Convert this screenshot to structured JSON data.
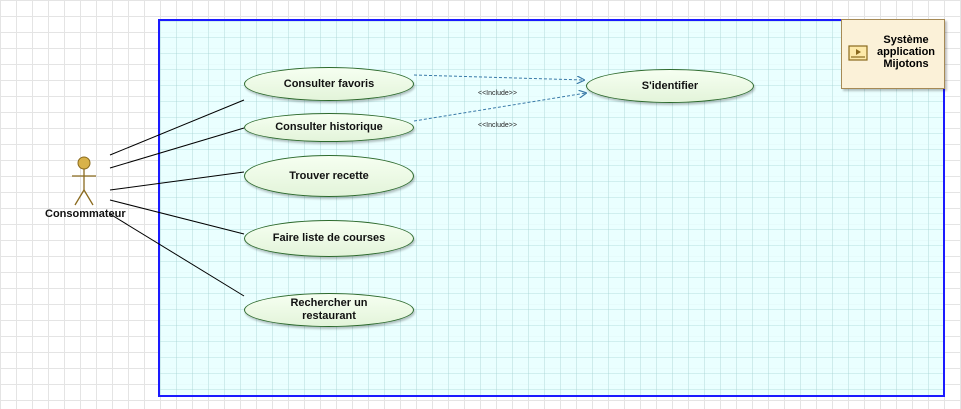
{
  "system": {
    "label": "Système\napplication\nMijotons",
    "border_color": "#1a1aff",
    "fill_color": "#e6ffff"
  },
  "actor": {
    "name": "Consommateur",
    "icon": "stick-figure-icon"
  },
  "use_cases": [
    {
      "id": "consulter-favoris",
      "label": "Consulter favoris"
    },
    {
      "id": "consulter-historique",
      "label": "Consulter historique"
    },
    {
      "id": "trouver-recette",
      "label": "Trouver recette"
    },
    {
      "id": "faire-liste-courses",
      "label": "Faire liste de courses"
    },
    {
      "id": "rechercher-restaurant",
      "label": "Rechercher un\nrestaurant"
    },
    {
      "id": "s-identifier",
      "label": "S'identifier"
    }
  ],
  "relations": {
    "includes": [
      {
        "from": "consulter-favoris",
        "to": "s-identifier",
        "label": "<<Include>>"
      },
      {
        "from": "consulter-historique",
        "to": "s-identifier",
        "label": "<<Include>>"
      }
    ],
    "associations": [
      {
        "from": "Consommateur",
        "to": "consulter-favoris"
      },
      {
        "from": "Consommateur",
        "to": "consulter-historique"
      },
      {
        "from": "Consommateur",
        "to": "trouver-recette"
      },
      {
        "from": "Consommateur",
        "to": "faire-liste-courses"
      },
      {
        "from": "Consommateur",
        "to": "rechercher-restaurant"
      }
    ]
  },
  "colors": {
    "usecase_border": "#2d6a2d",
    "usecase_fill": "#e3f4da",
    "include_line": "#3a7aa8",
    "actor": "#c9a646"
  }
}
